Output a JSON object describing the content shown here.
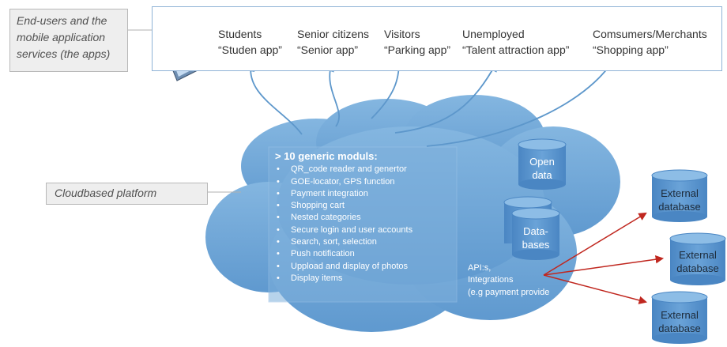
{
  "labels": {
    "end_users_line1": "End-users and the",
    "end_users_line2": "mobile application",
    "end_users_line3": "services (the apps)",
    "cloudbased": "Cloudbased platform"
  },
  "apps": [
    {
      "group": "Students",
      "app": "“Studen app”"
    },
    {
      "group": "Senior citizens",
      "app": "“Senior app”"
    },
    {
      "group": "Visitors",
      "app": "“Parking app”"
    },
    {
      "group": "Unemployed",
      "app": "“Talent attraction app”"
    },
    {
      "group": "Comsumers/Merchants",
      "app": "“Shopping app”"
    }
  ],
  "modules": {
    "title": "> 10 generic moduls:",
    "items": [
      "QR_code reader and genertor",
      "GOE-locator, GPS function",
      "Payment integration",
      "Shopping cart",
      "Nested categories",
      "Secure login and user accounts",
      "Search, sort, selection",
      "Push notification",
      "Uppload and display of photos",
      "Display items"
    ]
  },
  "databases": {
    "open_line1": "Open",
    "open_line2": "data",
    "data_line1": "Data-",
    "data_line2": "bases"
  },
  "api": {
    "line1": "API:s,",
    "line2": "Integrations",
    "line3": "(e.g payment provide"
  },
  "external": [
    {
      "line1": "External",
      "line2": "database"
    },
    {
      "line1": "External",
      "line2": "database"
    },
    {
      "line1": "External",
      "line2": "database"
    }
  ],
  "icons": [
    "mobile-phone-icon",
    "tablet-pen-icon"
  ],
  "colors": {
    "cloud": "#6fa6d6",
    "cloud_edge": "#5a92c6",
    "frame": "#8fb3d6",
    "arrow_blue": "#5d97cb",
    "arrow_red": "#c0271f",
    "database": "#4f8bc7"
  }
}
